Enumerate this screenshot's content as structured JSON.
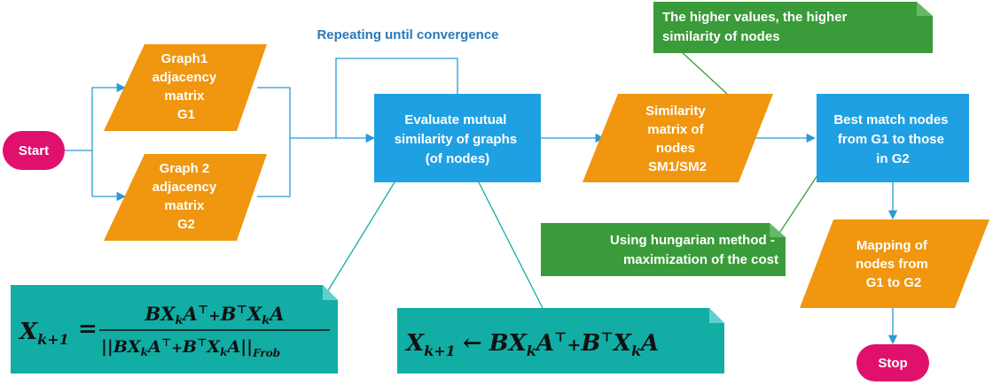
{
  "nodes": {
    "start": "Start",
    "graph1": [
      "Graph1",
      "adjacency",
      "matrix",
      "G1"
    ],
    "graph2": [
      "Graph 2",
      "adjacency",
      "matrix",
      "G2"
    ],
    "evaluate": [
      "Evaluate mutual",
      "similarity of graphs",
      "(of nodes)"
    ],
    "similarity_matrix": [
      "Similarity",
      "matrix of",
      "nodes",
      "SM1/SM2"
    ],
    "best_match": [
      "Best match nodes",
      "from G1 to those",
      "in G2"
    ],
    "mapping": [
      "Mapping of",
      "nodes from",
      "G1 to G2"
    ],
    "stop": "Stop"
  },
  "loop_label": "Repeating until convergence",
  "notes": {
    "higher_values": [
      "The higher values, the higher",
      "similarity of nodes"
    ],
    "hungarian": [
      "Using hungarian method -",
      "maximization of the cost"
    ]
  },
  "formulas": {
    "normalized": {
      "lhs": "X",
      "lhs_sub": "k+1",
      "equals": "=",
      "numerator": "BX",
      "sub_k": "k",
      "A": "A",
      "transpose": "⊤",
      "plus": "+",
      "B": "B",
      "X": "X",
      "denominator_open": "||",
      "denominator_close": "||",
      "norm_sub": "Frob"
    },
    "update": {
      "lhs": "X",
      "lhs_sub": "k+1",
      "arrow": "←"
    }
  },
  "colors": {
    "orange": "#f0960f",
    "blue": "#1fa0e2",
    "green": "#3a9b3a",
    "teal": "#12ada5",
    "magenta": "#e0116c",
    "connector": "#2a9ad8",
    "loop_text": "#2979b9"
  }
}
